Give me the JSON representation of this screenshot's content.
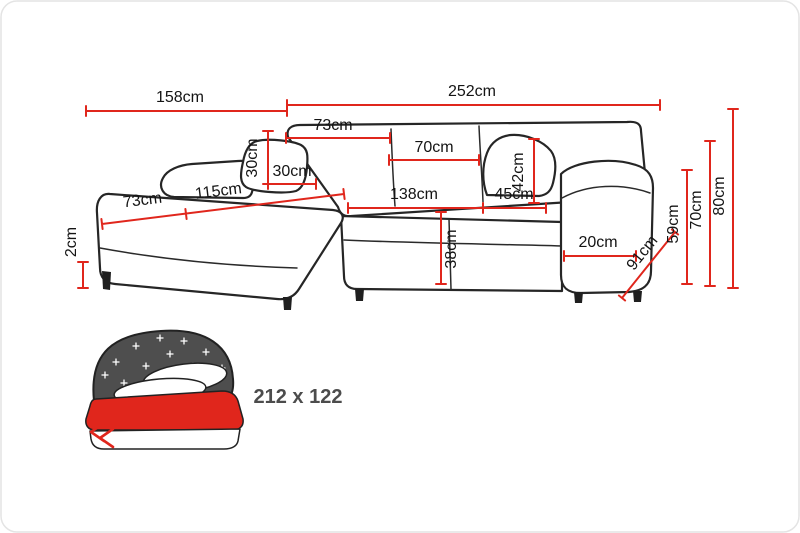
{
  "colors": {
    "dimension_line_red": "#e0261c",
    "sofa_outline": "#262626",
    "label_text": "#141414",
    "size_label_text": "#4c4c4c",
    "canopy_gray": "#4e4e4e",
    "background": "#ffffff"
  },
  "dims": {
    "w158": "158cm",
    "w252": "252cm",
    "w73_back": "73cm",
    "w70_back": "70cm",
    "h30_pillow": "30cm",
    "w30_pillow": "30cm",
    "w73_chaise": "73cm",
    "l115_chaise": "115cm",
    "w138_seat": "138cm",
    "w45_corner": "45cm",
    "h42_backrest": "42cm",
    "h38_seat": "38cm",
    "w20_armrest": "20cm",
    "d91_side": "91cm",
    "h59_seat": "59cm",
    "h70_armrest": "70cm",
    "h80_total": "80cm",
    "h2_leg": "2cm"
  },
  "sleeping": {
    "size_label": "212 x 122"
  }
}
